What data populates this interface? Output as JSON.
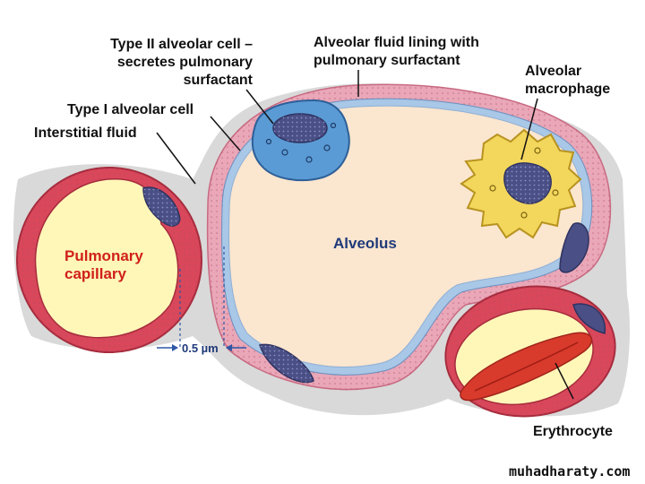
{
  "labels": {
    "type2_line1": "Type II alveolar cell –",
    "type2_line2": "secretes pulmonary",
    "type2_line3": "surfactant",
    "fluid_line1": "Alveolar fluid lining with",
    "fluid_line2": "pulmonary surfactant",
    "macro_line1": "Alveolar",
    "macro_line2": "macrophage",
    "type1": "Type I alveolar cell",
    "interstitial": "Interstitial fluid",
    "capillary_line1": "Pulmonary",
    "capillary_line2": "capillary",
    "alveolus": "Alveolus",
    "distance": "0.5 µm",
    "erythrocyte": "Erythrocyte",
    "watermark": "muhadharaty.com"
  },
  "colors": {
    "interstitial_gray": "#d9d9d9",
    "capillary_wall": "#d9475b",
    "capillary_lumen": "#fff7b8",
    "alveolar_wall": "#e9a7b8",
    "alveolar_lining": "#a9c7e6",
    "alveolus_space": "#fbe6cf",
    "type2_cell": "#5b9bd5",
    "macrophage": "#f3d65c",
    "nucleus": "#4a4f86",
    "erythrocyte": "#d83a2c",
    "capillary_label": "#d0201a",
    "alveolus_label": "#1f3a7a",
    "measure_line": "#2e57a6"
  }
}
